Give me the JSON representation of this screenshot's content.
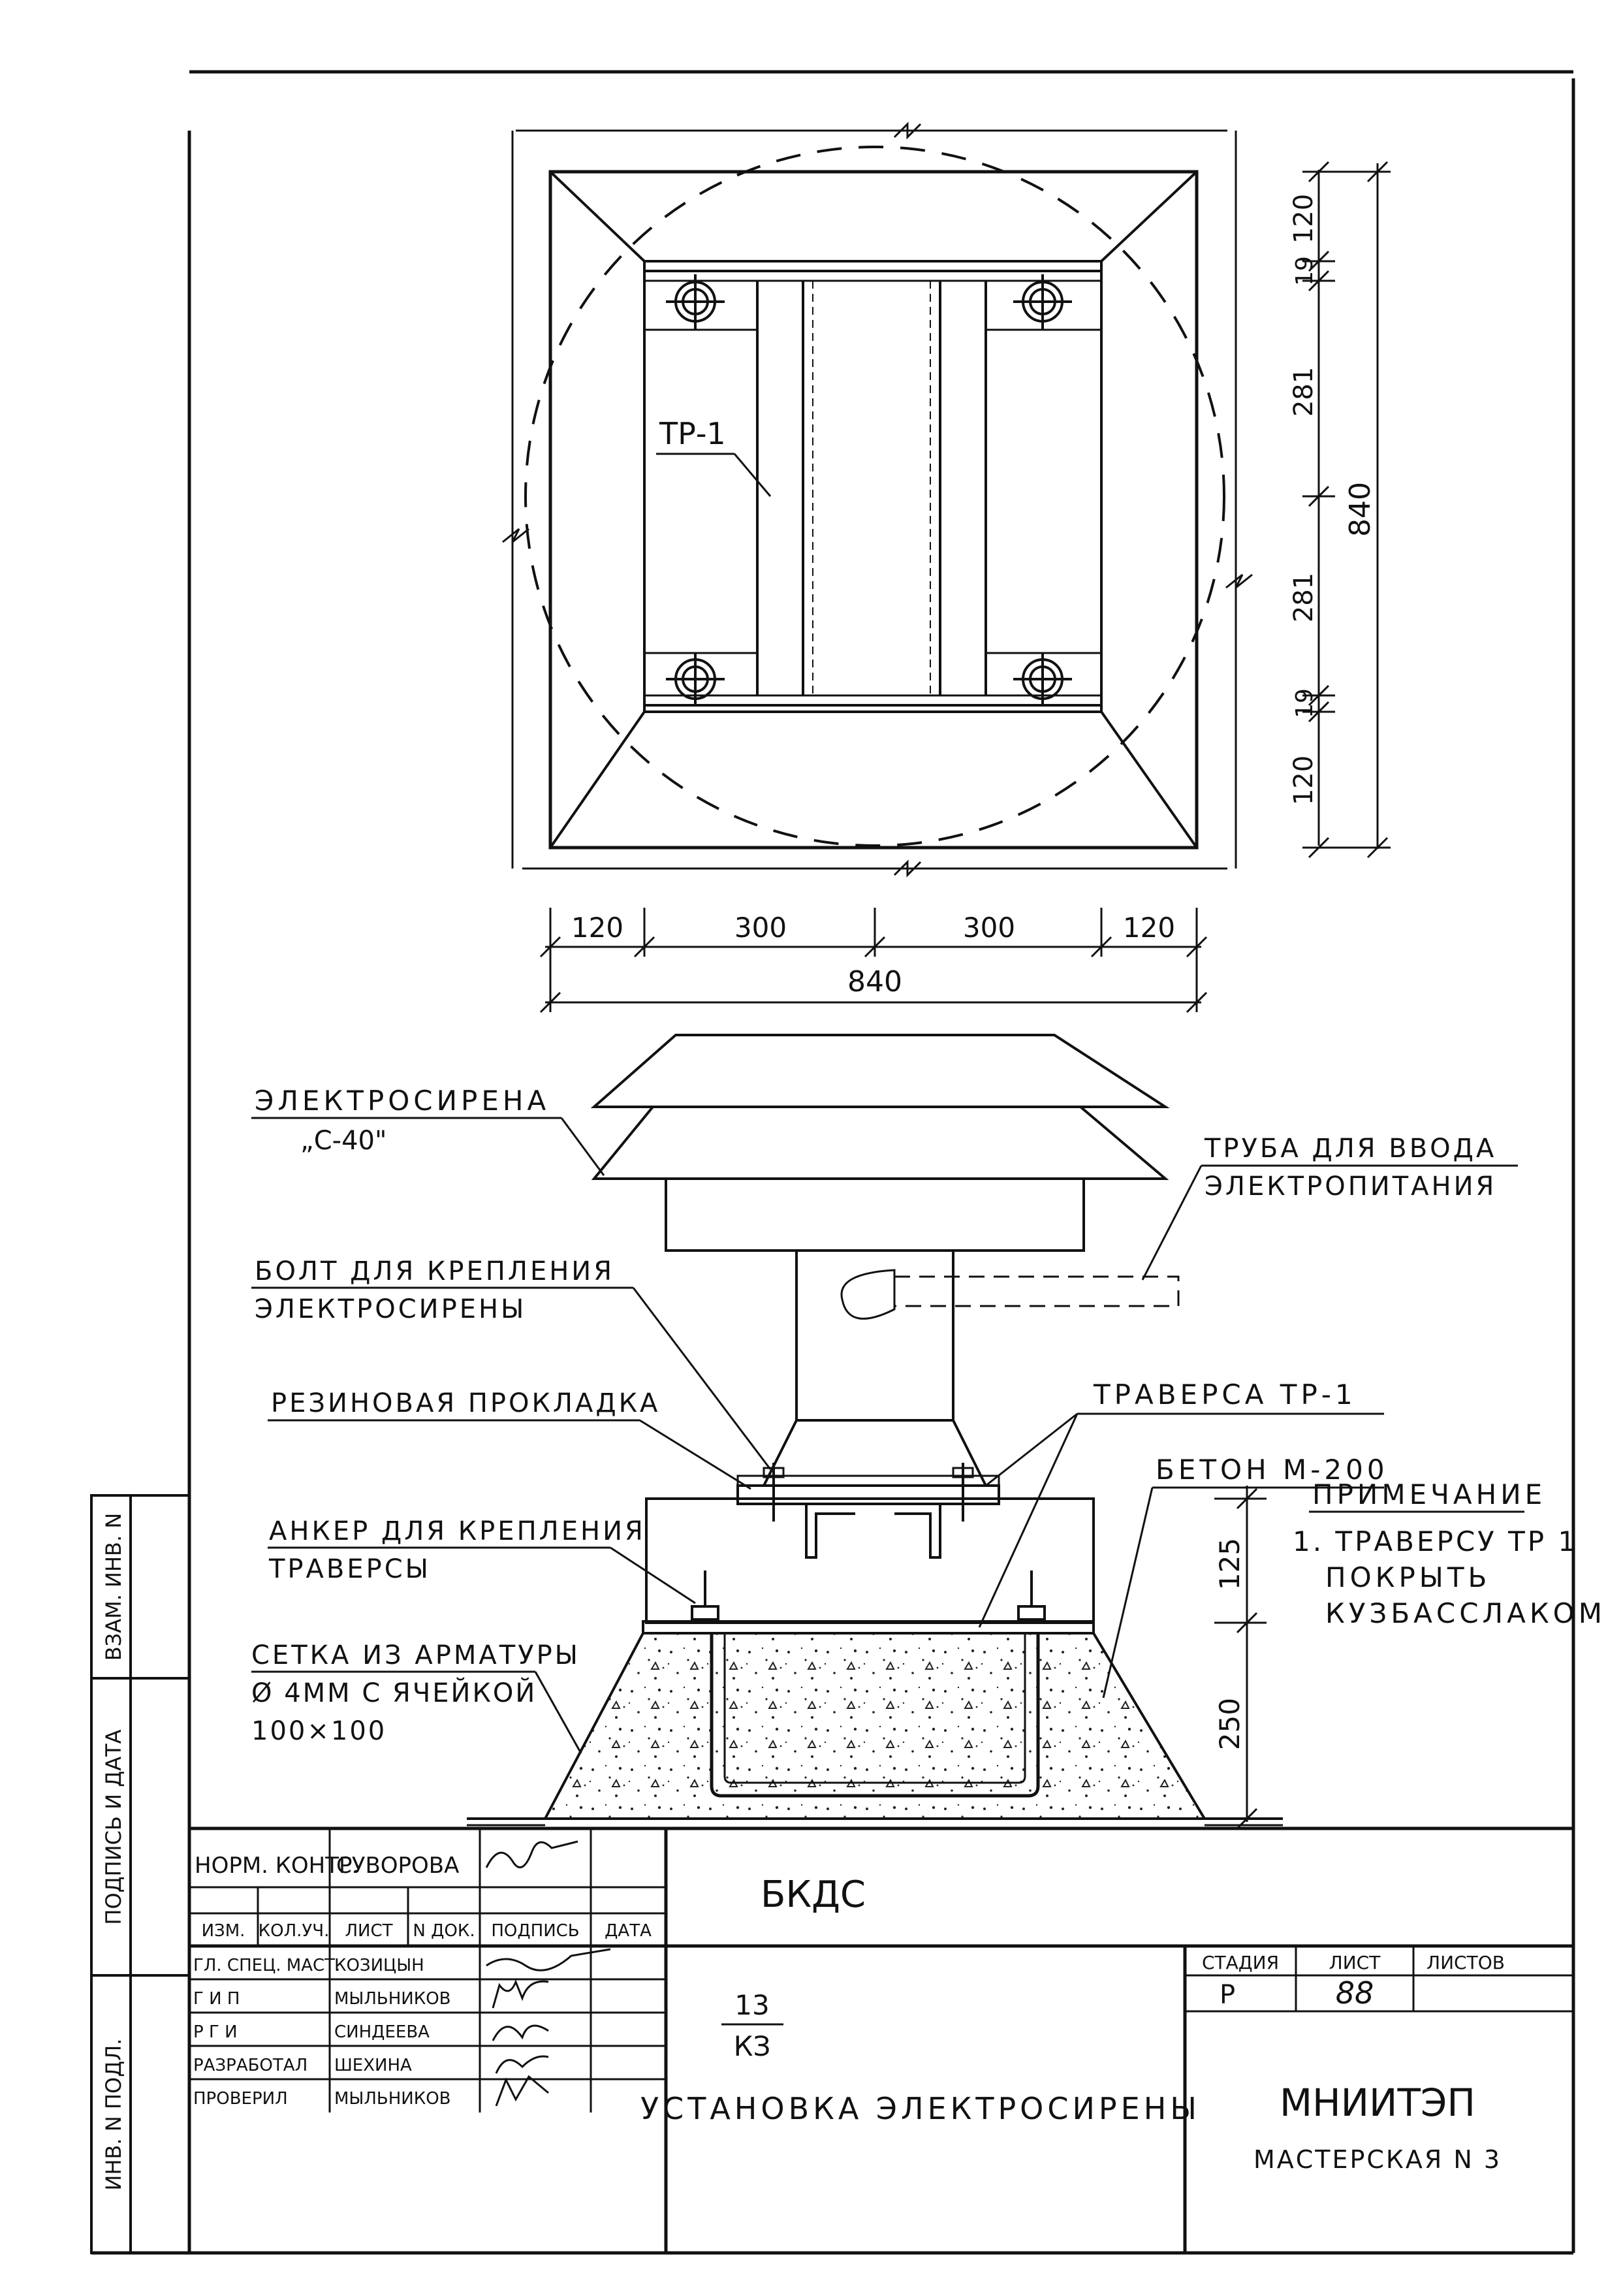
{
  "plan_view": {
    "label_tr": "ТР-1",
    "dims_vertical": [
      "120",
      "19",
      "281",
      "281",
      "19",
      "120"
    ],
    "dim_vertical_total": "840",
    "dims_horizontal": [
      "120",
      "300",
      "300",
      "120"
    ],
    "dim_horizontal_total": "840"
  },
  "section_view": {
    "siren_label": "ЭЛЕКТРОСИРЕНА",
    "siren_model": "„С-40\"",
    "pipe_label": [
      "ТРУБА ДЛЯ ВВОДА",
      "ЭЛЕКТРОПИТАНИЯ"
    ],
    "bolt_label": [
      "БОЛТ ДЛЯ КРЕПЛЕНИЯ",
      "ЭЛЕКТРОСИРЕНЫ"
    ],
    "gasket_label": "РЕЗИНОВАЯ ПРОКЛАДКА",
    "traverse_label": "ТРАВЕРСА ТР-1",
    "concrete_label": "БЕТОН М-200",
    "anchor_label": [
      "АНКЕР ДЛЯ КРЕПЛЕНИЯ",
      "ТРАВЕРСЫ"
    ],
    "mesh_label": [
      "СЕТКА ИЗ АРМАТУРЫ",
      "Ø 4ММ С ЯЧЕЙКОЙ",
      "100×100"
    ],
    "dim_top": "125",
    "dim_bottom": "250"
  },
  "note": {
    "title": "ПРИМЕЧАНИЕ",
    "lines": [
      "1. ТРАВЕРСУ ТР 1",
      "ПОКРЫТЬ",
      "КУЗБАССЛАКОМ"
    ]
  },
  "side_stamp": {
    "cells": [
      "ВЗАМ. ИНВ. N",
      "ПОДПИСЬ И ДАТА",
      "ИНВ. N ПОДЛ."
    ]
  },
  "title_block": {
    "norm_control_label": "НОРМ. КОНТР.",
    "norm_control_name": "СУВОРОВА",
    "header": [
      "ИЗМ.",
      "КОЛ.УЧ.",
      "ЛИСТ",
      "N ДОК.",
      "ПОДПИСЬ",
      "ДАТА"
    ],
    "rows": [
      {
        "role": "ГЛ. СПЕЦ. МАСТ.",
        "name": "КОЗИЦЫН"
      },
      {
        "role": "Г И П",
        "name": "МЫЛЬНИКОВ"
      },
      {
        "role": "Р Г И",
        "name": "СИНДЕЕВА"
      },
      {
        "role": "РАЗРАБОТАЛ",
        "name": "ШЕХИНА"
      },
      {
        "role": "ПРОВЕРИЛ",
        "name": "МЫЛЬНИКОВ"
      }
    ],
    "project_code": "БКДС",
    "sheet_fraction": {
      "top": "13",
      "bottom": "КЗ"
    },
    "drawing_title": "УСТАНОВКА ЭЛЕКТРОСИРЕНЫ",
    "stage_label": "СТАДИЯ",
    "sheet_label": "ЛИСТ",
    "sheets_label": "ЛИСТОВ",
    "stage_value": "Р",
    "sheet_value": "88",
    "sheets_value": "",
    "org": "МНИИТЭП",
    "workshop": "МАСТЕРСКАЯ N 3"
  }
}
